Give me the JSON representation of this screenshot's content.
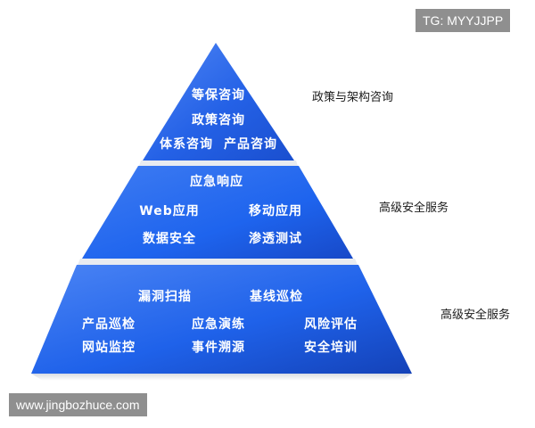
{
  "watermark_top": "TG: MYYJJPP",
  "watermark_bottom": "www.jingbozhuce.com",
  "tiers": [
    {
      "side_label": "政策与架构咨询",
      "items": [
        "等保咨询",
        "政策咨询",
        "体系咨询",
        "产品咨询"
      ]
    },
    {
      "side_label": "高级安全服务",
      "items": [
        "应急响应",
        "Web应用",
        "移动应用",
        "数据安全",
        "渗透测试"
      ]
    },
    {
      "side_label": "高级安全服务",
      "items": [
        "漏洞扫描",
        "基线巡检",
        "产品巡检",
        "应急演练",
        "风险评估",
        "网站监控",
        "事件溯源",
        "安全培训"
      ]
    }
  ],
  "colors": {
    "top_tier": "#1f5ae0",
    "mid_tier": "#1e64ee",
    "bottom_tier": "#1a5ce8",
    "tier_gap": "#ffffff",
    "badge": "#8f8f8f"
  }
}
